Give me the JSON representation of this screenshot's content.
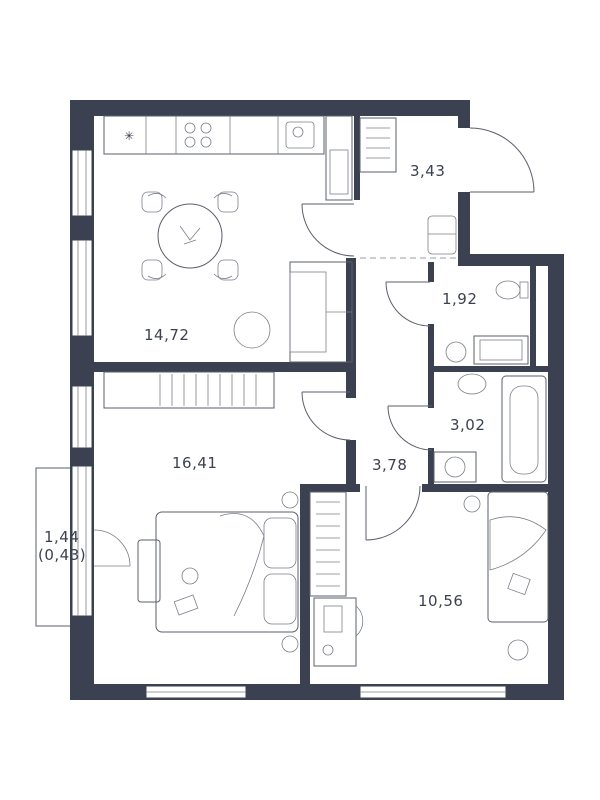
{
  "rooms": {
    "kitchen": "14,72",
    "hall_small": "3,43",
    "toilet": "1,92",
    "bathroom": "3,02",
    "corridor": "3,78",
    "living": "16,41",
    "bedroom": "10,56",
    "balcony": "1,44",
    "balcony_coef": "(0,43)"
  },
  "colors": {
    "wall": "#3b4150",
    "line": "#5a5f6b"
  }
}
